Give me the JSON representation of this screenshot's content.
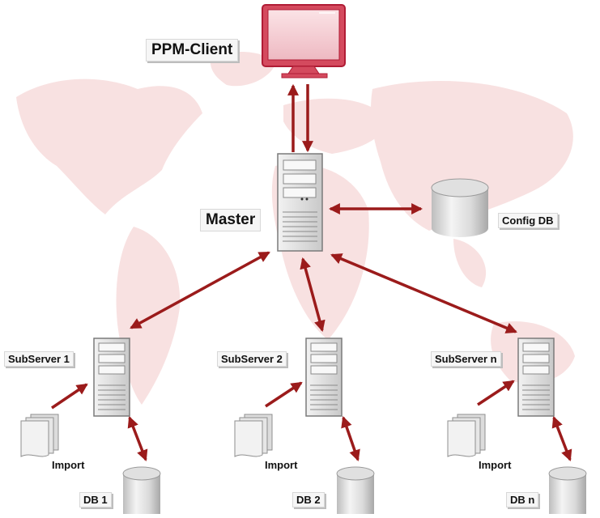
{
  "labels": {
    "client": "PPM-Client",
    "master": "Master",
    "config_db": "Config DB",
    "subservers": [
      "SubServer 1",
      "SubServer 2",
      "SubServer n"
    ],
    "imports": [
      "Import",
      "Import",
      "Import"
    ],
    "dbs": [
      "DB 1",
      "DB 2",
      "DB n"
    ]
  },
  "colors": {
    "arrow": "#9b1b1b",
    "map": "#f7dcdc",
    "monitor_fill": "#f3c9cf",
    "monitor_frame": "#c0233b",
    "server": "#e4e4e4",
    "db": "#e2e2e2"
  }
}
